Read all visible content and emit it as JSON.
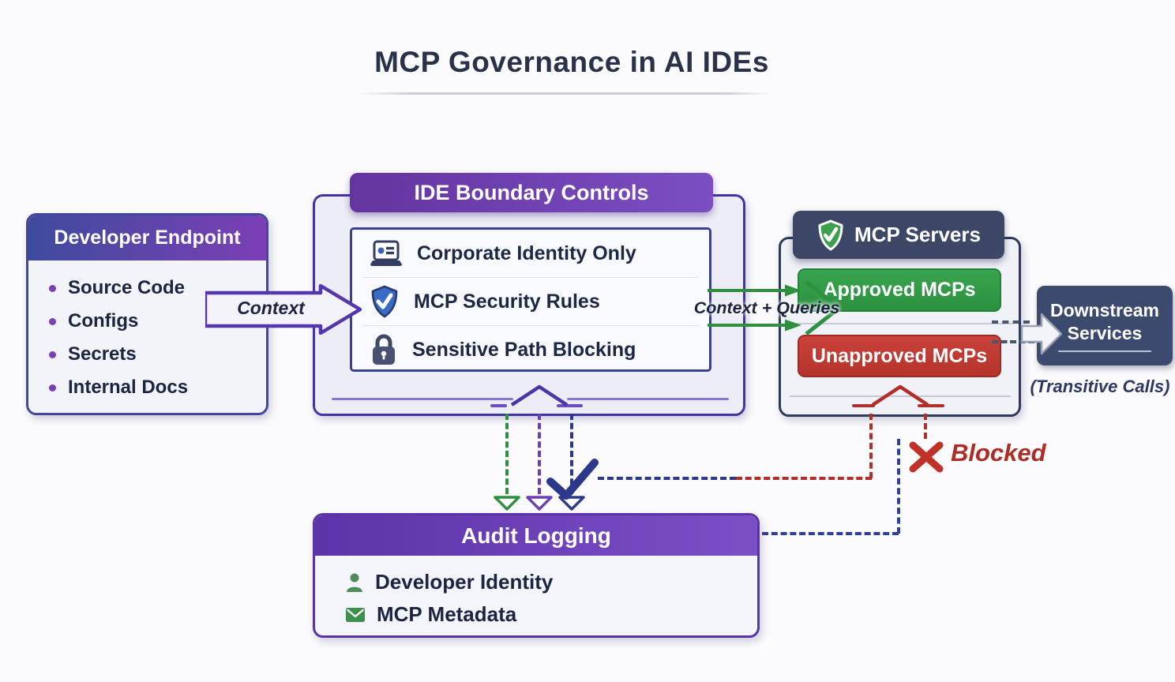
{
  "title": "MCP Governance in AI IDEs",
  "developer_endpoint": {
    "title": "Developer Endpoint",
    "items": [
      "Source Code",
      "Configs",
      "Secrets",
      "Internal Docs"
    ]
  },
  "context_arrow": {
    "label": "Context"
  },
  "ide_boundary": {
    "title": "IDE Boundary Controls",
    "items": [
      {
        "icon": "laptop-id-icon",
        "label": "Corporate Identity Only"
      },
      {
        "icon": "shield-check-icon",
        "label": "MCP Security Rules"
      },
      {
        "icon": "lock-icon",
        "label": "Sensitive Path Blocking"
      }
    ]
  },
  "context_queries_arrow": {
    "label": "Context + Queries"
  },
  "mcp_servers": {
    "title": "MCP Servers",
    "icon": "shield-check-icon",
    "approved_label": "Approved MCPs",
    "unapproved_label": "Unapproved MCPs"
  },
  "downstream": {
    "title_line1": "Downstream",
    "title_line2": "Services",
    "subtitle": "(Transitive Calls)"
  },
  "blocked": {
    "label": "Blocked",
    "icon": "x-mark-icon"
  },
  "audit_logging": {
    "title": "Audit Logging",
    "items": [
      {
        "icon": "person-icon",
        "label": "Developer Identity"
      },
      {
        "icon": "envelope-icon",
        "label": "MCP Metadata"
      }
    ]
  },
  "colors": {
    "purple_header": "#6b3fb0",
    "indigo_header": "#3e4b9d",
    "navy_header": "#3b4765",
    "approved_green": "#2f9e44",
    "unapproved_red": "#bd372e",
    "blocked_red": "#ad2c26",
    "dashed_green": "#2e8f3e",
    "dashed_purple": "#6a3fb5",
    "dashed_navy": "#2c398b",
    "dashed_blue": "#2f3e97",
    "dashed_red": "#b12f28",
    "text_dark": "#1c2340",
    "background": "#fbfbfd"
  }
}
